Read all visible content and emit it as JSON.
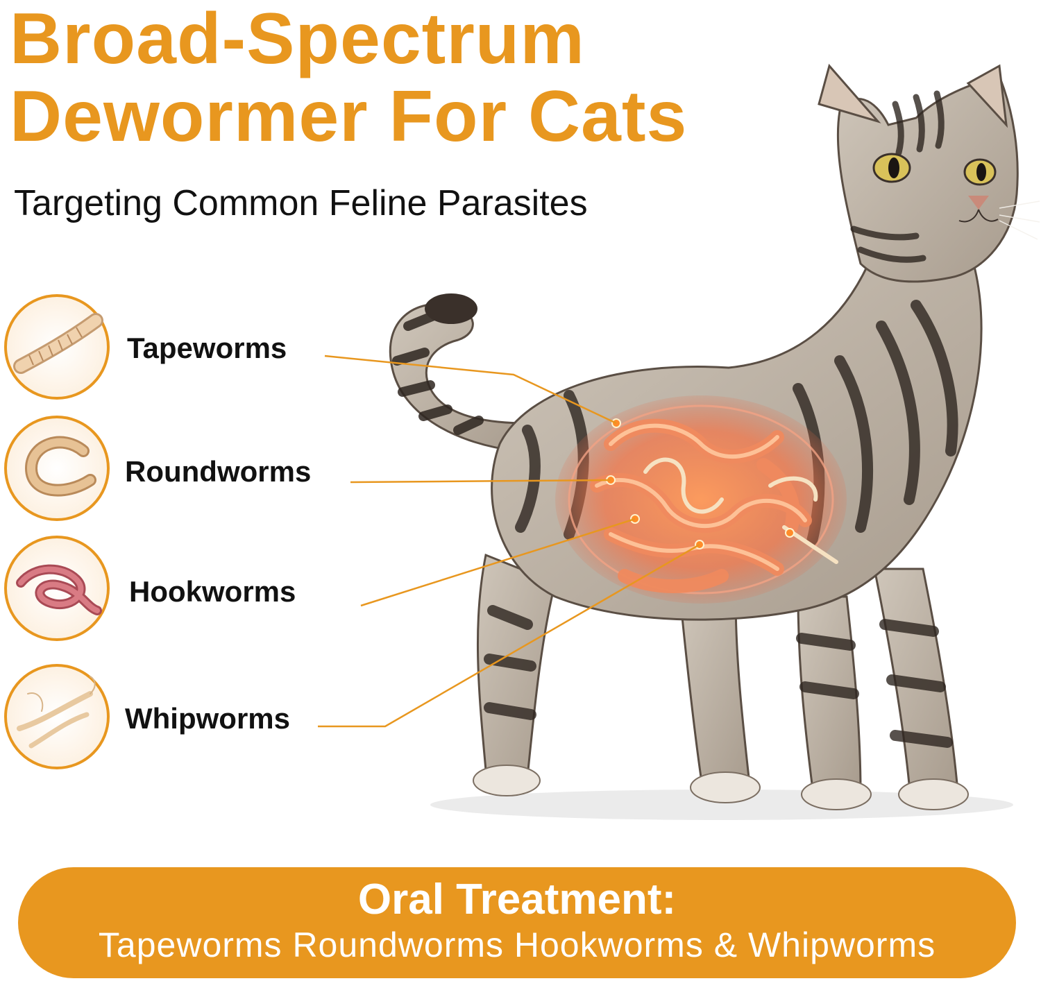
{
  "colors": {
    "accent": "#E8971F",
    "text_dark": "#111111",
    "background": "#FFFFFF"
  },
  "header": {
    "title_line1": "Broad-Spectrum",
    "title_line2": "Dewormer For Cats",
    "subtitle": "Targeting Common Feline Parasites"
  },
  "parasites": [
    {
      "label": "Tapeworms",
      "icon": "tapeworm-icon"
    },
    {
      "label": "Roundworms",
      "icon": "roundworm-icon"
    },
    {
      "label": "Hookworms",
      "icon": "hookworm-icon"
    },
    {
      "label": "Whipworms",
      "icon": "whipworm-icon"
    }
  ],
  "illustration": {
    "subject": "cat-illustration",
    "overlay": "intestines-overlay"
  },
  "banner": {
    "title": "Oral Treatment:",
    "subtitle": "Tapeworms Roundworms Hookworms & Whipworms"
  }
}
